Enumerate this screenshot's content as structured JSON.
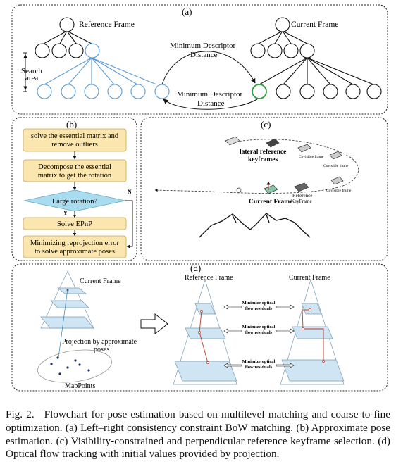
{
  "panel_a": {
    "label": "(a)",
    "reference_frame": "Reference Frame",
    "current_frame": "Current Frame",
    "search_area_1": "Search",
    "search_area_2": "area",
    "top_arrow_line1": "Minimum Descriptor",
    "top_arrow_line2": "Distance",
    "bottom_arrow_line1": "Minimum Descriptor",
    "bottom_arrow_line2": "Distance"
  },
  "panel_b": {
    "label": "(b)",
    "step1_line1": "solve the essential matrix and",
    "step1_line2": "remove outliers",
    "step2_line1": "Decompose the essential",
    "step2_line2": "matrix to get the rotation",
    "decision": "Large rotation?",
    "yes": "Y",
    "no": "N",
    "step3": "Solve EPnP",
    "step4_line1": "Minimizing reprojection error",
    "step4_line2": "to solve approximate poses"
  },
  "panel_c": {
    "label": "(c)",
    "lateral_line1": "lateral reference",
    "lateral_line2": "keyframes",
    "covisible_1": "Covisible frame",
    "covisible_2": "Covisible frame",
    "covisible_3": "Covisible frame",
    "current_frame": "Current Frame",
    "reference_line1": "Reference",
    "reference_line2": "KeyFrame"
  },
  "panel_d": {
    "label": "(d)",
    "current_frame_left": "Current Frame",
    "projection_line1": "Projection by approximate",
    "projection_line2": "poses",
    "mappoints": "MapPoints",
    "reference_frame": "Reference Frame",
    "current_frame_right": "Current Frame",
    "min_flow_1a": "Minimize optical",
    "min_flow_1b": "flow residuals",
    "min_flow_2a": "Minimize optical",
    "min_flow_2b": "flow residuals",
    "min_flow_3a": "Minimize optical",
    "min_flow_3b": "flow residuals"
  },
  "caption": {
    "label": "Fig. 2.",
    "text": "Flowchart for pose estimation based on multilevel matching and coarse-to-fine optimization. (a) Left–right consistency constraint BoW matching. (b) Approximate pose estimation. (c) Visibility-constrained and perpendicular reference keyframe selection. (d) Optical flow tracking with initial values provided by projection."
  },
  "colors": {
    "blue": "#5b9bd5",
    "green": "#2e9e3e",
    "flow_box": "#fce6b0",
    "flow_box_border": "#c8a54a",
    "diamond": "#a9dcef",
    "pyramid_fill": "#cfe5f3",
    "red": "#c0392b"
  }
}
